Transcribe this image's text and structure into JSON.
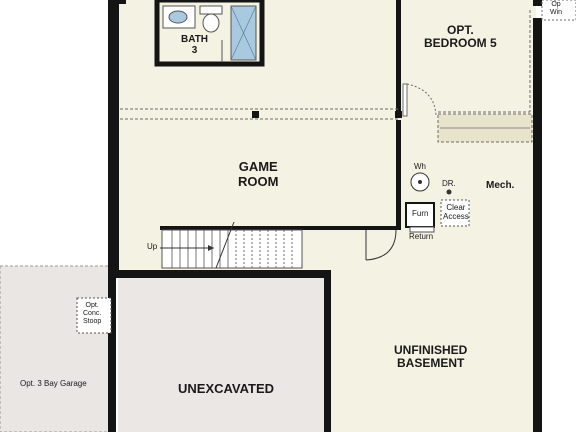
{
  "rooms": {
    "bath_3": "BATH\n3",
    "opt_bedroom_5": "OPT.\nBEDROOM 5",
    "game_room": "GAME\nROOM",
    "mech": "Mech.",
    "unfinished_basement": "UNFINISHED\nBASEMENT",
    "unexcavated": "UNEXCAVATED",
    "opt_3_bay_garage": "Opt. 3 Bay Garage"
  },
  "fixtures": {
    "water_heater": "Wh",
    "dryer": "DR.",
    "furnace": "Furn",
    "clear_access": "Clear\nAccess",
    "return": "Return",
    "stair_up": "Up",
    "opt_conc_stoop": "Opt.\nConc.\nStoop",
    "opt_window": "Op\nWin"
  },
  "colors": {
    "floor": "#f4f2e3",
    "unexcavated": "#ebe7e5",
    "garage": "#e9e6e4",
    "wall": "#141414",
    "tub": "#a9c9e1"
  }
}
